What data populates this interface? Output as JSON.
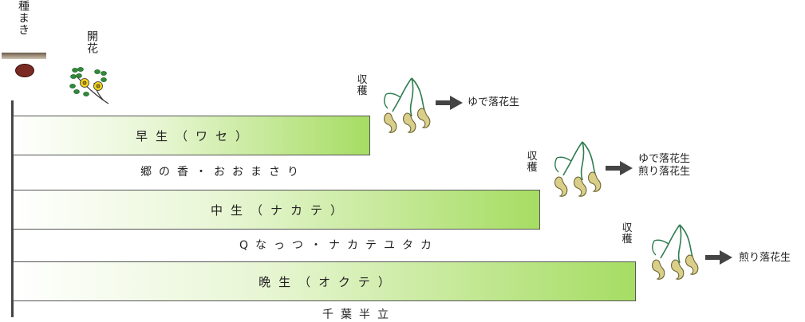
{
  "labels": {
    "sowing": "種まき",
    "flowering": "開花"
  },
  "crops": [
    {
      "bar_label": "早生（ワセ）",
      "varieties": "郷の香・おおまさり",
      "harvest_label": "収穫",
      "uses": [
        "ゆで落花生"
      ]
    },
    {
      "bar_label": "中生（ナカテ）",
      "varieties": "Qなっつ・ナカテユタカ",
      "harvest_label": "収穫",
      "uses": [
        "ゆで落花生",
        "煎り落花生"
      ]
    },
    {
      "bar_label": "晩生（オクテ）",
      "varieties": "千葉半立",
      "harvest_label": "収穫",
      "uses": [
        "煎り落花生"
      ]
    }
  ],
  "colors": {
    "bar_start": "#ffffff",
    "bar_end": "#a6dd63",
    "plant_stem": "#2e7d4f",
    "pod_fill": "#d9cf8a",
    "arrow": "#444444",
    "seed": "#7a2a23",
    "flower_yellow": "#f3d21a",
    "leaf_green": "#2f8a3a"
  },
  "icons": [
    "seed-icon",
    "flower-icon",
    "peanut-plant-icon",
    "arrow-right-icon"
  ]
}
